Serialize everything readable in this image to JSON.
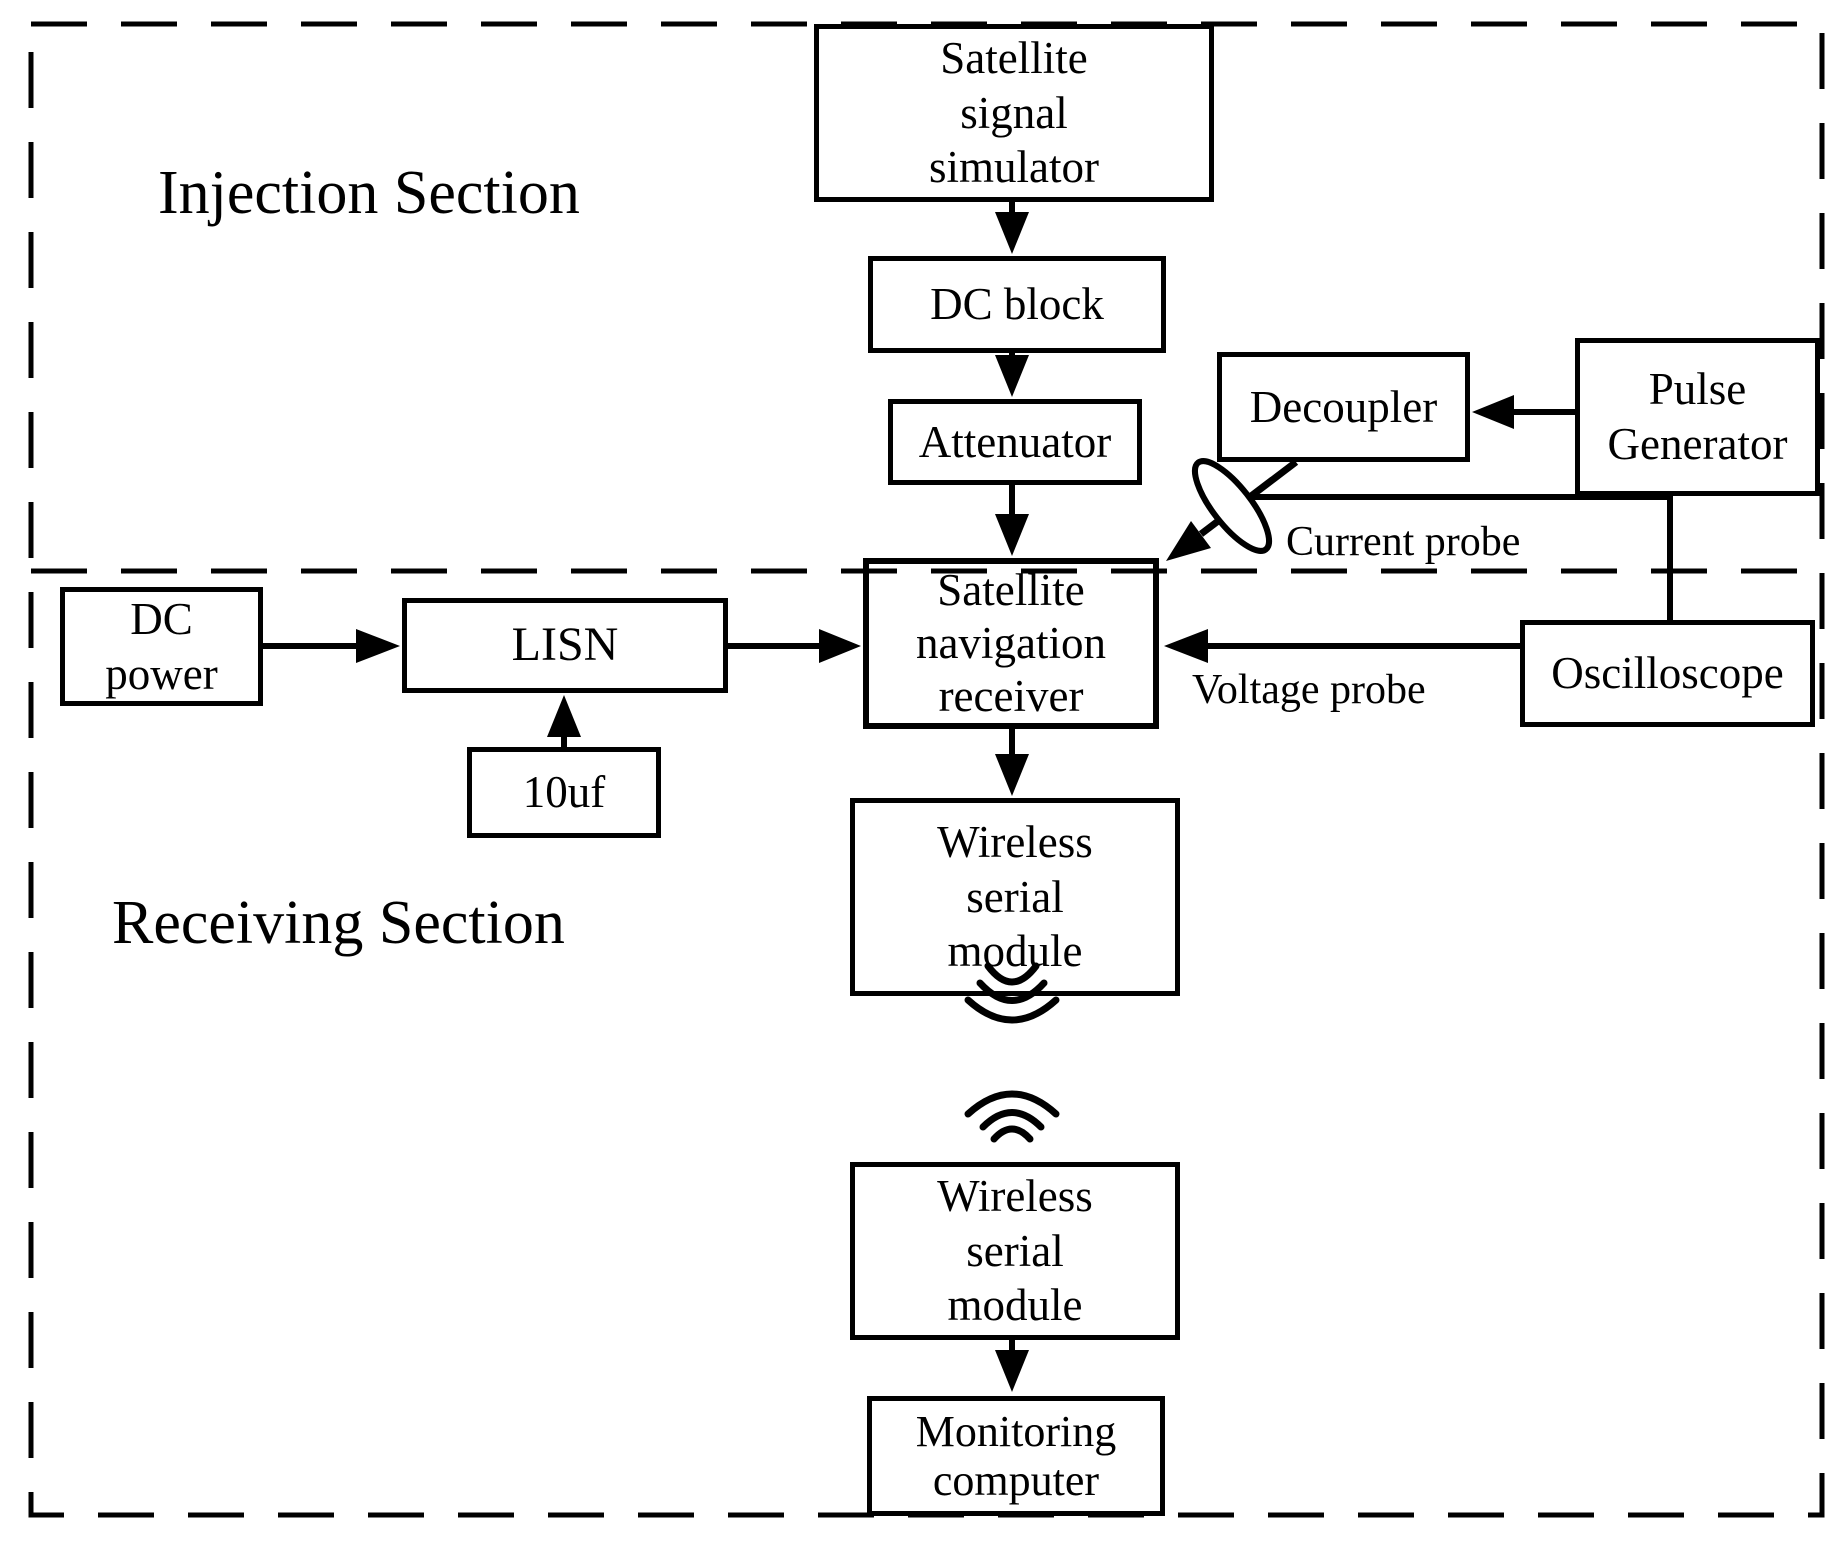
{
  "sections": {
    "injection_label": "Injection Section",
    "receiving_label": "Receiving Section"
  },
  "nodes": {
    "satellite_signal_simulator": "Satellite\nsignal\nsimulator",
    "dc_block": "DC block",
    "attenuator": "Attenuator",
    "decoupler": "Decoupler",
    "pulse_generator": "Pulse\nGenerator",
    "satellite_navigation_receiver": "Satellite\nnavigation\nreceiver",
    "dc_power": "DC\npower",
    "lisn": "LISN",
    "capacitor_10uf": "10uf",
    "oscilloscope": "Oscilloscope",
    "wireless_serial_module_top": "Wireless\nserial\nmodule",
    "wireless_serial_module_bottom": "Wireless\nserial\nmodule",
    "monitoring_computer": "Monitoring\ncomputer"
  },
  "edge_labels": {
    "current_probe": "Current probe",
    "voltage_probe": "Voltage probe"
  },
  "colors": {
    "ink": "#000000",
    "background": "#ffffff"
  }
}
